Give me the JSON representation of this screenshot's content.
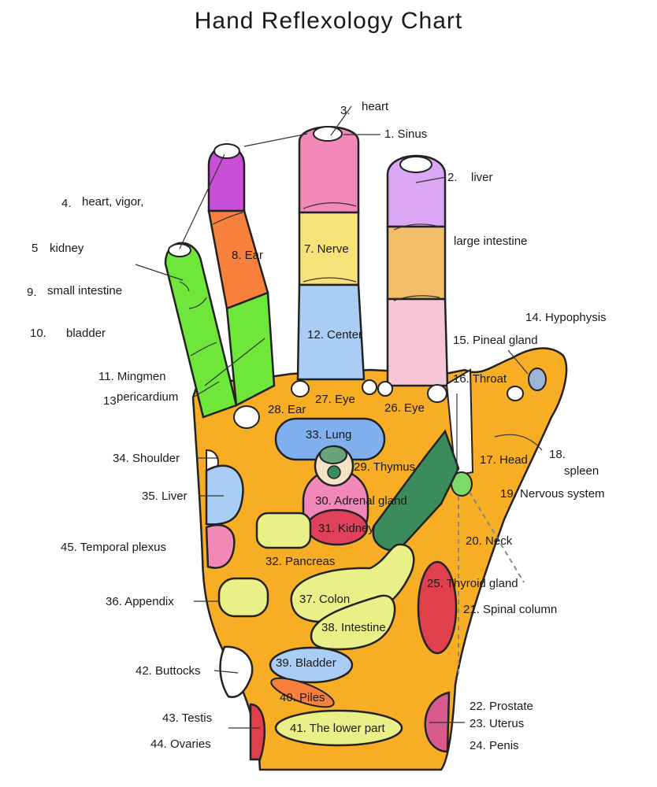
{
  "title": "Hand Reflexology Chart",
  "colors": {
    "palm": "#f7ad24",
    "outline": "#222222",
    "green": "#6ee63a",
    "purple": "#c84fd6",
    "orange": "#f7803c",
    "pink": "#f288b8",
    "yellow": "#f6e278",
    "light_blue": "#a9cdf4",
    "lavender": "#dba7f5",
    "tan": "#f2be68",
    "light_pink": "#f6c6d6",
    "blue": "#80b0ef",
    "dark_green": "#3a8c5c",
    "pale_green": "#e9f088",
    "red": "#e0404c",
    "rose": "#d85a8a"
  },
  "labels": {
    "l1": "1. Sinus",
    "l2": "2.",
    "l2b": "liver",
    "l3": "3.",
    "l3b": "heart",
    "l4": "4.",
    "l4b": "heart, vigor,",
    "l5": "5",
    "l5b": "kidney",
    "l7": "7. Nerve",
    "l8": "8. Ear",
    "large_intestine": "large intestine",
    "l9": "9.",
    "l9b": "small intestine",
    "l10": "10.",
    "l10b": "bladder",
    "l11": "11. Mingmen",
    "l12": "12. Center",
    "l13": "13",
    "l13b": "pericardium",
    "l14": "14. Hypophysis",
    "l15": "15. Pineal gland",
    "l16": "16. Throat",
    "l17": "17. Head",
    "l18": "18.",
    "l18b": "spleen",
    "l19": "19. Nervous system",
    "l20": "20. Neck",
    "l21": "21. Spinal column",
    "l22": "22. Prostate",
    "l23": "23. Uterus",
    "l24": "24. Penis",
    "l25": "25. Thyroid gland",
    "l26": "26. Eye",
    "l27": "27. Eye",
    "l28": "28. Ear",
    "l29": "29. Thymus",
    "l30": "30. Adrenal gland",
    "l31": "31. Kidney",
    "l32": "32. Pancreas",
    "l33": "33. Lung",
    "l34": "34. Shoulder",
    "l35": "35. Liver",
    "l36": "36. Appendix",
    "l37": "37. Colon",
    "l38": "38. Intestine",
    "l39": "39. Bladder",
    "l40": "40. Piles",
    "l41": "41. The lower part",
    "l42": "42. Buttocks",
    "l43": "43. Testis",
    "l44": "44. Ovaries",
    "l45": "45. Temporal plexus"
  }
}
